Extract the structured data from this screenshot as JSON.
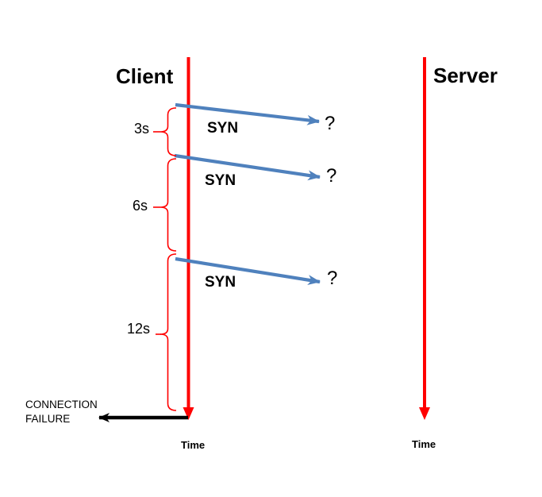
{
  "diagram": {
    "client": {
      "label": "Client",
      "time_axis_label": "Time"
    },
    "server": {
      "label": "Server",
      "time_axis_label": "Time"
    },
    "messages": [
      {
        "label": "SYN",
        "response": "?"
      },
      {
        "label": "SYN",
        "response": "?"
      },
      {
        "label": "SYN",
        "response": "?"
      }
    ],
    "retry_intervals": [
      {
        "label": "3s"
      },
      {
        "label": "6s"
      },
      {
        "label": "12s"
      }
    ],
    "failure_label": "CONNECTION FAILURE",
    "colors": {
      "timeline": "#ff0000",
      "bracket": "#ff0000",
      "syn_arrow": "#4f81bd",
      "failure_arrow": "#000000",
      "text": "#000000"
    }
  }
}
